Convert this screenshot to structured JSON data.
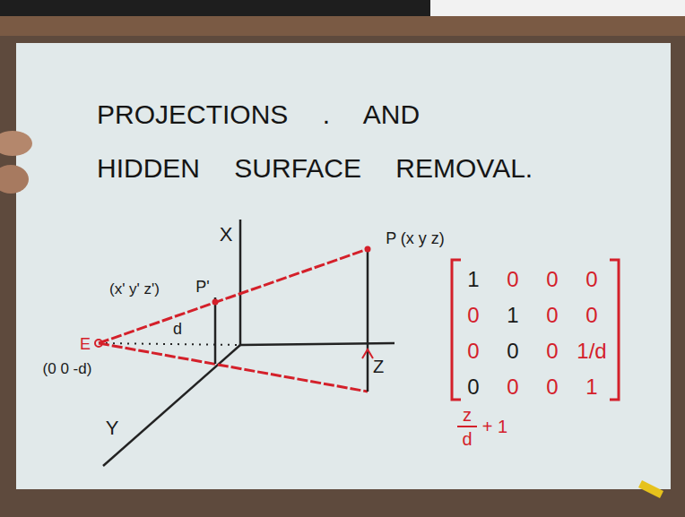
{
  "diagram": {
    "title": "PROJECTIONS . AND HIDDEN SURFACE REMOVAL.",
    "labels": [
      "X",
      "P (x y z)",
      "(x' y' z')",
      "P'",
      "d",
      "E",
      "(0 0 -d)",
      "Z",
      "Y",
      "1",
      "0",
      "0",
      "0",
      "0",
      "1",
      "0",
      "0",
      "0",
      "0",
      "0",
      "1/d",
      "0",
      "0",
      "0",
      "1",
      "z",
      "+ 1",
      "d"
    ]
  }
}
